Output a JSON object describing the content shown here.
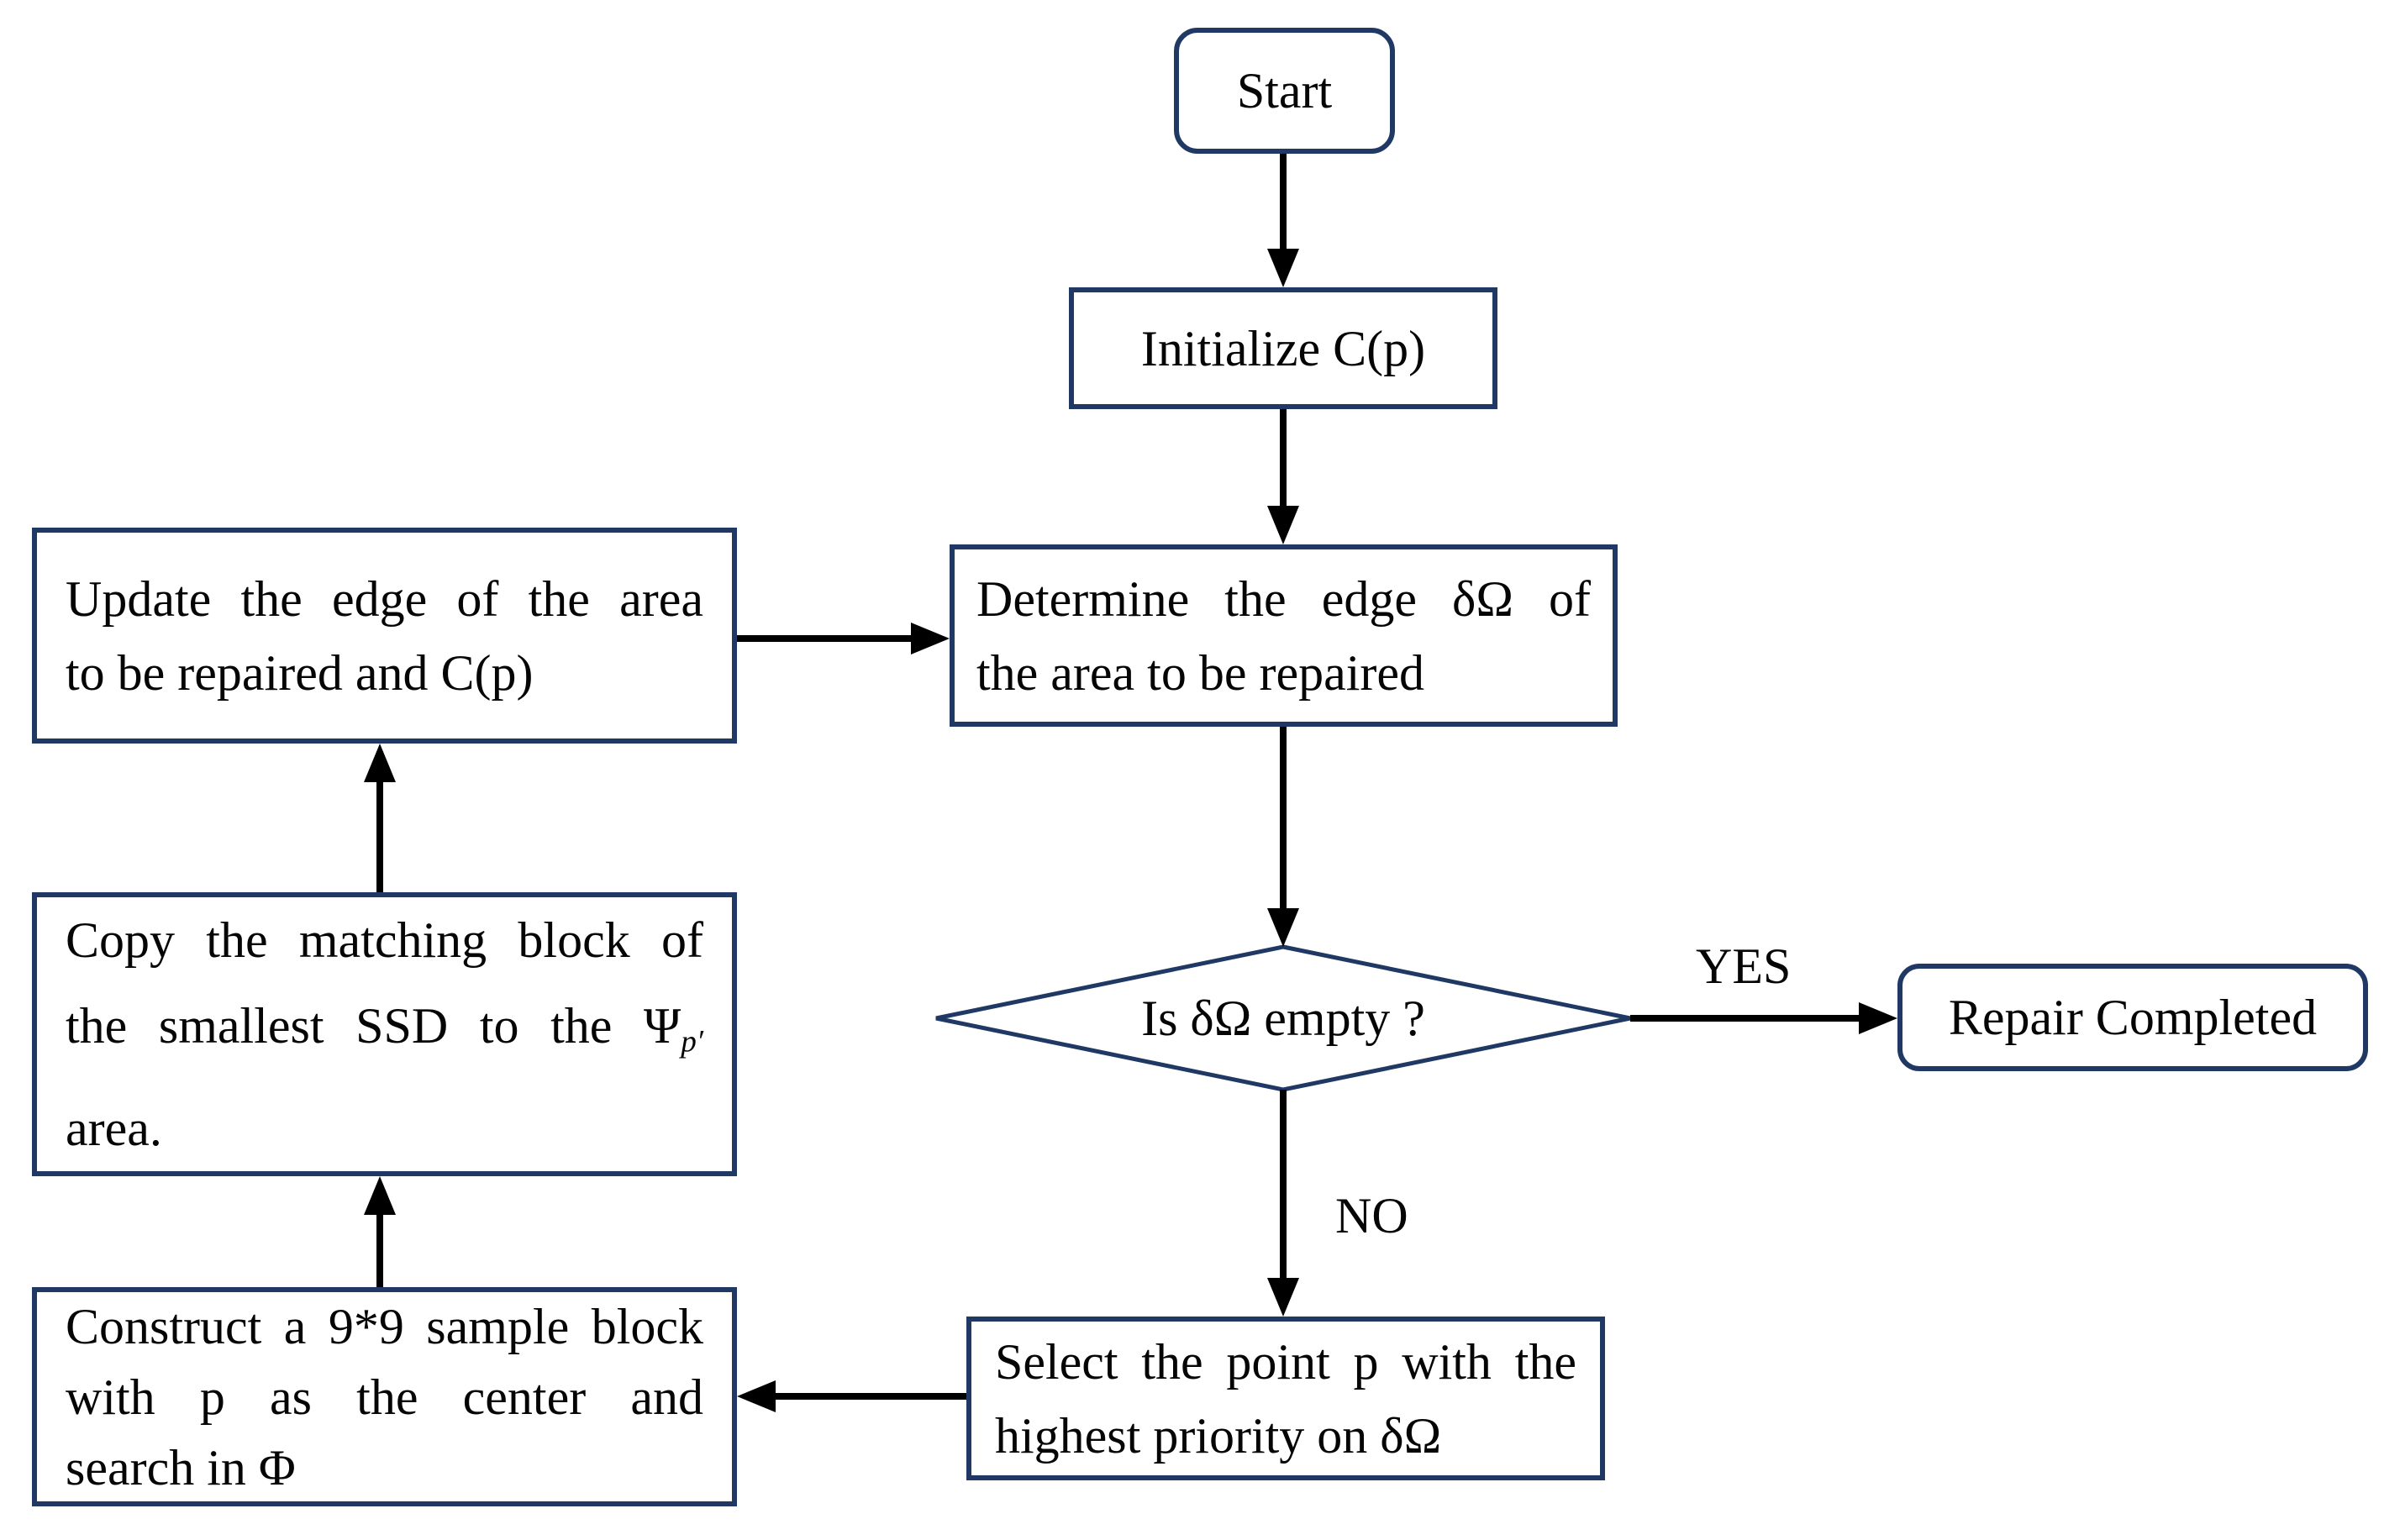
{
  "flowchart": {
    "colors": {
      "background": "#ffffff",
      "node_border": "#1f3864",
      "arrow": "#000000",
      "text": "#050505"
    },
    "nodes": {
      "start": {
        "shape": "rounded-rect",
        "label": "Start"
      },
      "initialize": {
        "shape": "rect",
        "label": "Initialize C(p)"
      },
      "determine": {
        "shape": "rect",
        "lines": [
          "Determine the edge δΩ of",
          "the area to be repaired"
        ]
      },
      "decision": {
        "shape": "diamond",
        "label": "Is δΩ empty ?"
      },
      "repair_completed": {
        "shape": "rounded-rect",
        "label": "Repair Completed"
      },
      "select": {
        "shape": "rect",
        "lines": [
          "Select the point p with the",
          "highest priority on δΩ"
        ]
      },
      "construct": {
        "shape": "rect",
        "lines": [
          "Construct a 9*9 sample block",
          "with p as the center and",
          "search in Φ"
        ]
      },
      "copy": {
        "shape": "rect",
        "line1": "Copy the matching block of",
        "line2_main": "the smallest SSD to the Ψ",
        "line2_sub": "p′",
        "line3": "area."
      },
      "update": {
        "shape": "rect",
        "lines": [
          "Update the edge of the area",
          "to be repaired and C(p)"
        ]
      }
    },
    "edge_labels": {
      "yes": "YES",
      "no": "NO"
    }
  }
}
